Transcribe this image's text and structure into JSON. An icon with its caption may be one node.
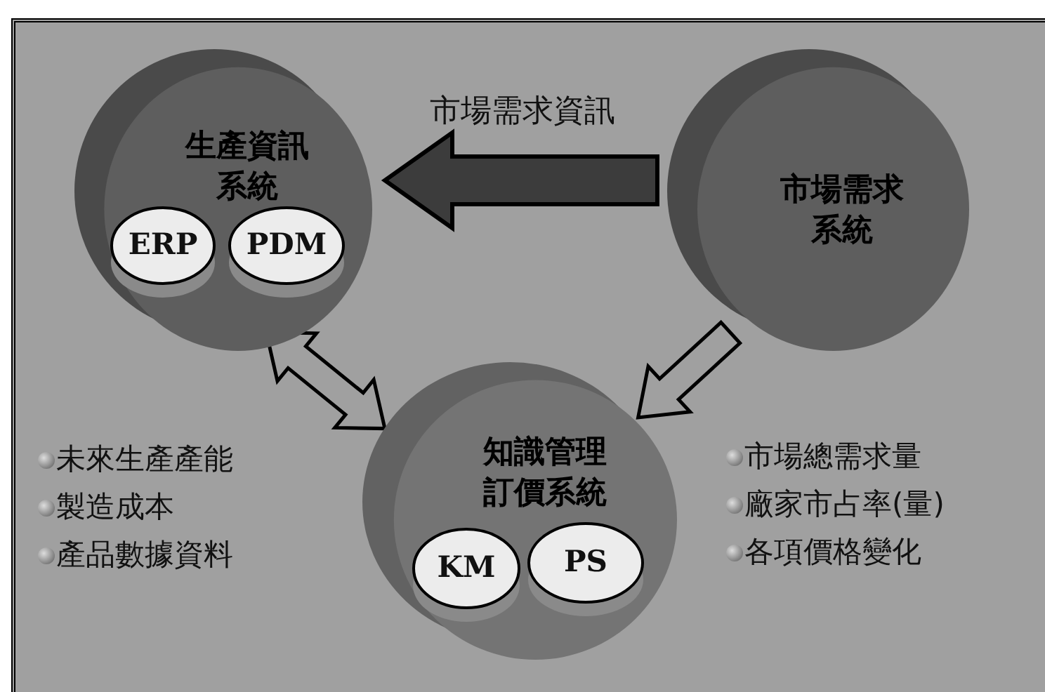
{
  "diagram": {
    "nodes": [
      {
        "text": [
          "生產資訊系統"
        ]
      },
      {
        "text": [
          "ERP"
        ],
        "in": 0
      },
      {
        "text": [
          "PDM"
        ],
        "in": 0
      },
      {
        "text": [
          "市場需求系統"
        ]
      },
      {
        "text": [
          "知識管理訂價系統"
        ]
      },
      {
        "text": [
          "KM"
        ],
        "in": 4
      },
      {
        "text": [
          "PS"
        ],
        "in": 4
      }
    ],
    "edges": [
      {
        "from": 3,
        "to": 0,
        "arrow": "to",
        "label": "市場需求資訊"
      },
      {
        "from": 0,
        "to": 4,
        "arrow": "both"
      },
      {
        "from": 3,
        "to": 4,
        "arrow": "to"
      }
    ],
    "labels": [
      "未來生產產能",
      "製造成本",
      "產品數據資料",
      "市場總需求量",
      "廠家市占率(量)",
      "各項價格變化"
    ]
  }
}
